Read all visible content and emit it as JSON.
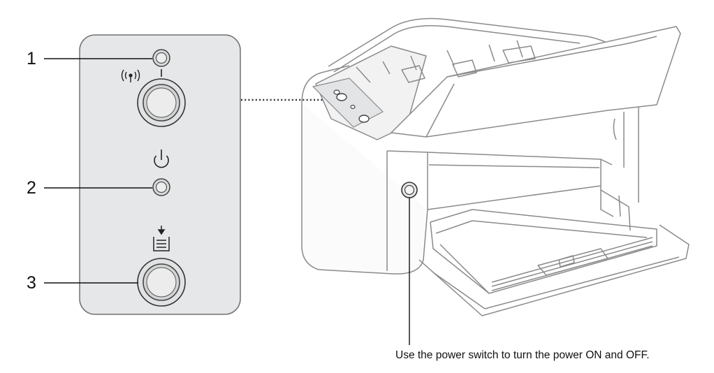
{
  "callouts": [
    {
      "number": "1",
      "label": "wireless-lan-indicator-and-button"
    },
    {
      "number": "2",
      "label": "power-indicator"
    },
    {
      "number": "3",
      "label": "paper-feed-button"
    }
  ],
  "icons": {
    "wireless": "wifi-signal-icon",
    "power": "power-icon",
    "paper": "paper-feed-icon"
  },
  "colors": {
    "panel_fill": "#e6e7e8",
    "panel_stroke": "#707070",
    "printer_outline": "#8a8a8a",
    "ink": "#111111"
  },
  "caption": "Use the power switch to turn the power ON and OFF."
}
